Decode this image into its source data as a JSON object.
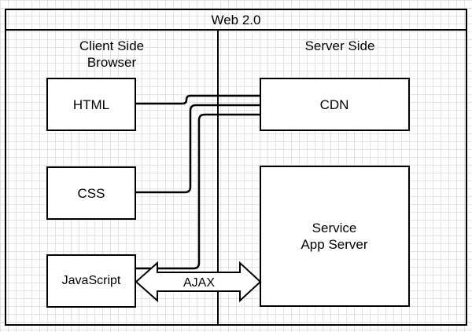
{
  "diagram": {
    "title": "Web 2.0",
    "client_heading_line1": "Client Side",
    "client_heading_line2": "Browser",
    "server_heading": "Server Side",
    "html_label": "HTML",
    "css_label": "CSS",
    "javascript_label": "JavaScript",
    "cdn_label": "CDN",
    "app_server_line1": "Service",
    "app_server_line2": "App Server",
    "ajax_label": "AJAX"
  }
}
